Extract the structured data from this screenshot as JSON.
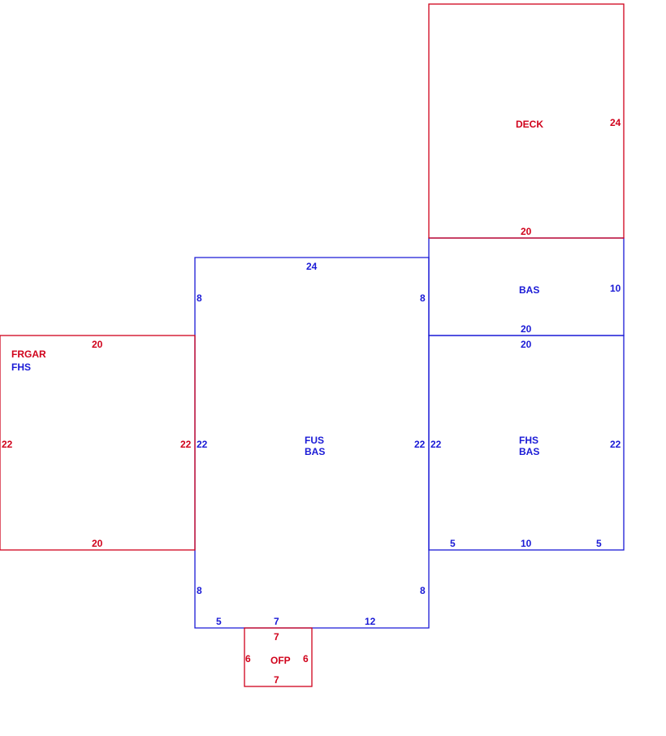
{
  "colors": {
    "red": "#d0021b",
    "blue": "#1a1ad6"
  },
  "areas": {
    "deck": {
      "labels": [
        "DECK"
      ],
      "dims": {
        "right": "24",
        "bottom": "20"
      }
    },
    "bas_upper": {
      "labels": [
        "BAS"
      ],
      "dims": {
        "right": "10",
        "bottom": "20"
      }
    },
    "fhs_right": {
      "labels": [
        "FHS",
        "BAS"
      ],
      "dims": {
        "top": "20",
        "left": "22",
        "right": "22",
        "bottom_a": "5",
        "bottom_b": "10",
        "bottom_c": "5"
      }
    },
    "fus_main": {
      "labels": [
        "FUS",
        "BAS"
      ],
      "dims": {
        "top": "24",
        "left_upper": "8",
        "right_upper": "8",
        "left": "22",
        "right": "22",
        "left_lower": "8",
        "right_lower": "8",
        "bottom_a": "5",
        "bottom_b": "7",
        "bottom_c": "12"
      }
    },
    "frgar": {
      "labels": [
        "FRGAR",
        "FHS"
      ],
      "dims": {
        "top": "20",
        "left": "22",
        "right": "22",
        "bottom": "20"
      }
    },
    "ofp": {
      "labels": [
        "OFP"
      ],
      "dims": {
        "top": "7",
        "left": "6",
        "right": "6",
        "bottom": "7"
      }
    }
  }
}
